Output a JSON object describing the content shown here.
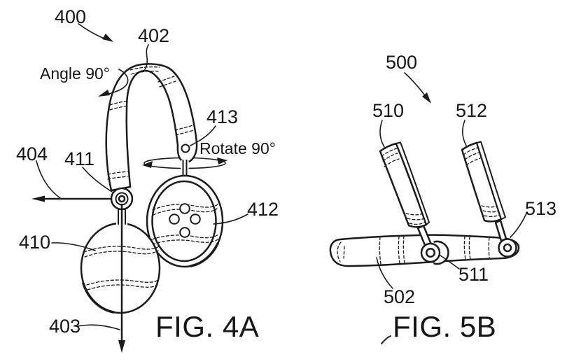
{
  "sheet": {
    "background": "#ffffff",
    "ink": "#1b1b1b"
  },
  "fig4a": {
    "caption": "FIG. 4A",
    "labels": {
      "assembly": "400",
      "headband": "402",
      "vertical_axis": "403",
      "horizontal_axis": "404",
      "left_earcup": "410",
      "pivot": "411",
      "right_earcup": "412",
      "swivel": "413"
    },
    "notes": {
      "angle": "Angle 90°",
      "rotate": "Rotate 90°"
    }
  },
  "fig5b": {
    "caption": "FIG. 5B",
    "labels": {
      "assembly": "500",
      "base_bar": "502",
      "left_arm": "510",
      "center_pivot": "511",
      "right_arm": "512",
      "right_pivot": "513"
    }
  }
}
